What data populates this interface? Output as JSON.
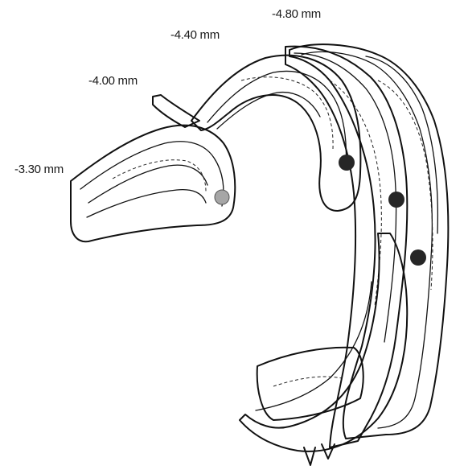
{
  "labels": {
    "section_1": "-3.30 mm",
    "section_2": "-4.00 mm",
    "section_3": "-4.40 mm",
    "section_4": "-4.80 mm"
  },
  "markers": [
    {
      "name": "marker-grey",
      "color": "#a6a6a6"
    },
    {
      "name": "marker-dark",
      "color": "#262626"
    }
  ]
}
